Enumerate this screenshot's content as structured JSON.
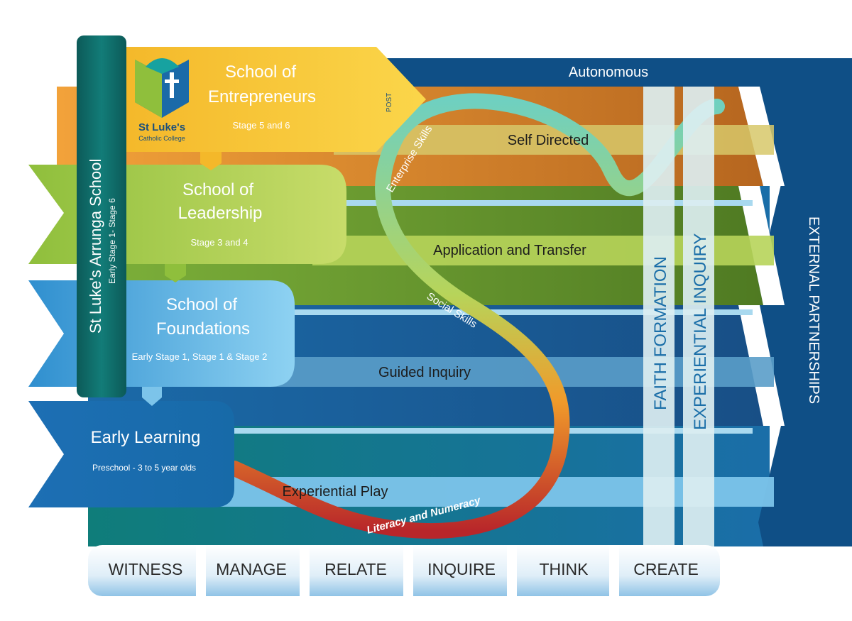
{
  "logo": {
    "name_line1": "St Luke's",
    "name_line2": "Catholic College"
  },
  "side_banner": {
    "title": "St Luke's Arrunga School",
    "subtitle": "Early Stage 1- Stage 6"
  },
  "schools": {
    "entrepreneurs": {
      "line1": "School of",
      "line2": "Entrepreneurs",
      "stages": "Stage 5 and 6",
      "tag": "POST"
    },
    "leadership": {
      "line1": "School of",
      "line2": "Leadership",
      "stages": "Stage 3 and 4"
    },
    "foundations": {
      "line1": "School of",
      "line2": "Foundations",
      "stages": "Early Stage 1, Stage 1 & Stage 2"
    },
    "early": {
      "line1": "Early Learning",
      "stages": "Preschool - 3 to 5 year olds"
    }
  },
  "learning_modes": {
    "autonomous": "Autonomous",
    "self_directed": "Self Directed",
    "application": "Application and Transfer",
    "guided": "Guided Inquiry",
    "play": "Experiential Play"
  },
  "skills": {
    "enterprise": "Enterprise Skills",
    "social": "Social Skills",
    "literacy": "Literacy and Numeracy"
  },
  "pillars": {
    "faith": "FAITH FORMATION",
    "inquiry": "EXPERIENTIAL INQUIRY"
  },
  "external": "EXTERNAL PARTNERSHIPS",
  "capabilities": [
    "WITNESS",
    "MANAGE",
    "RELATE",
    "INQUIRE",
    "THINK",
    "CREATE"
  ],
  "colors": {
    "navy": "#0f4f86",
    "teal": "#137a7c",
    "orange": "#d8792a",
    "green": "#6e9a2e",
    "lightgreen": "#b7d45a",
    "yellow": "#f6c531",
    "lightblue": "#7cc4ea",
    "pillar": "#dceef1"
  }
}
